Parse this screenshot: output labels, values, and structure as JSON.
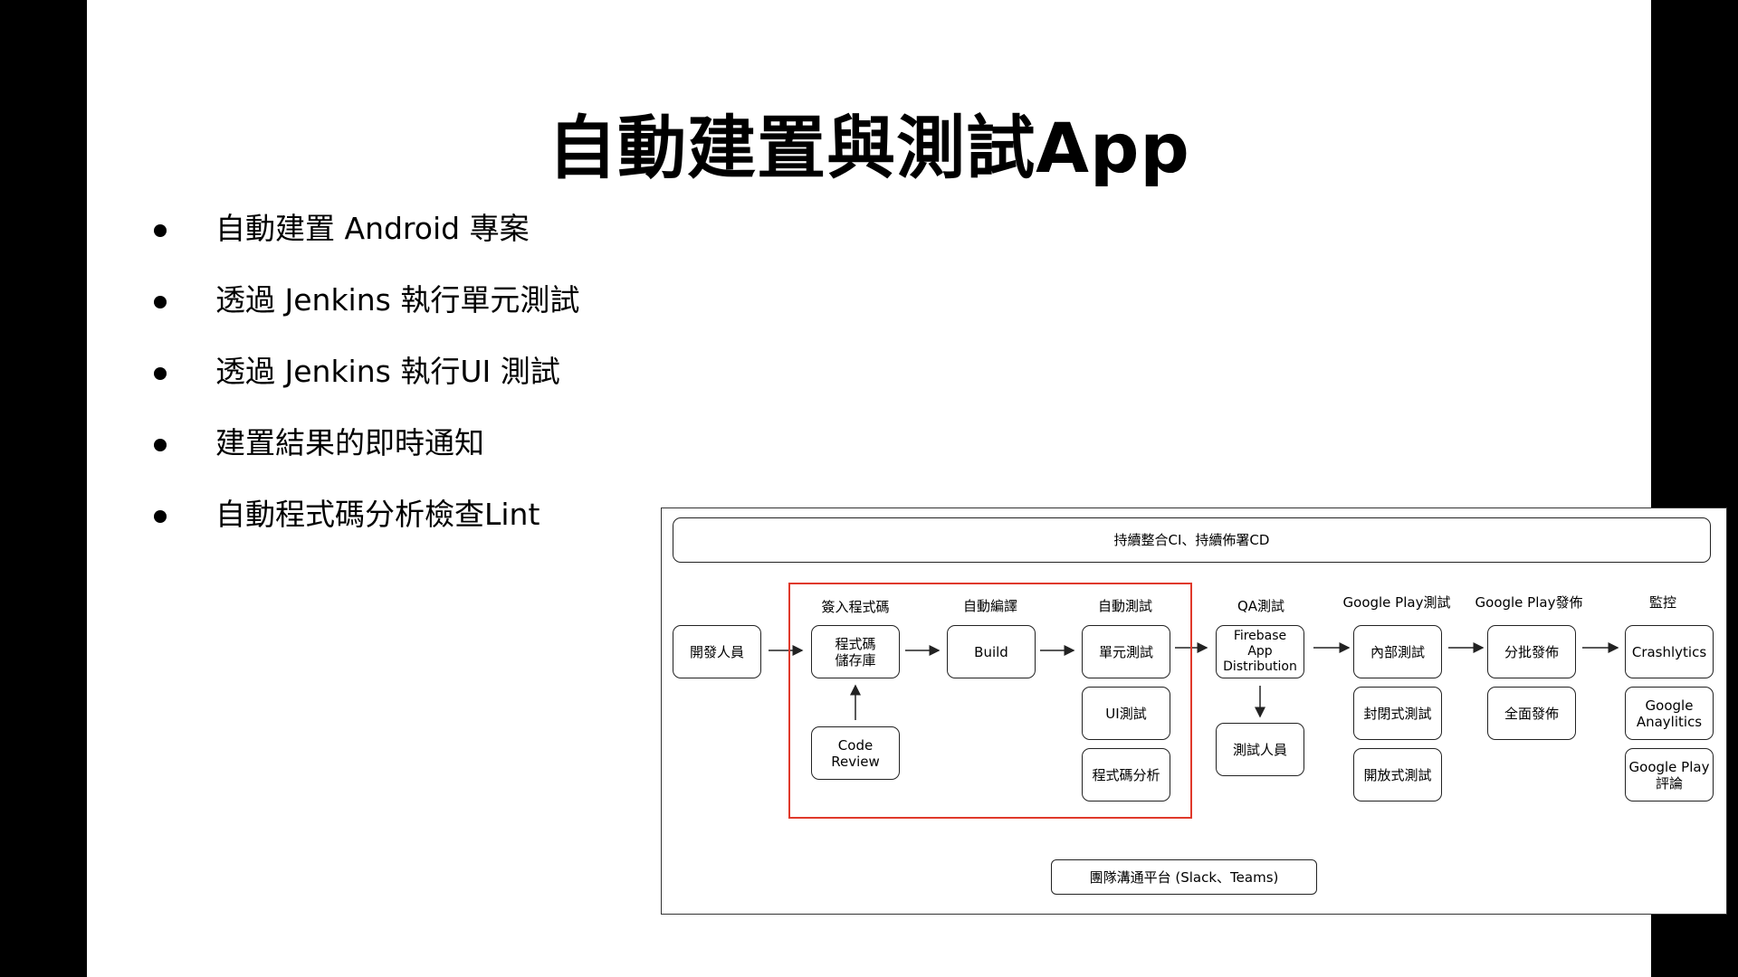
{
  "slide": {
    "title": "自動建置與測試App",
    "bullets": [
      "自動建置 Android 專案",
      "透過 Jenkins 執行單元測試",
      "透過 Jenkins 執行UI 測試",
      "建置結果的即時通知",
      "自動程式碼分析檢查Lint"
    ]
  },
  "diagram": {
    "banner": "持續整合CI、持續佈署CD",
    "footer": "團隊溝通平台 (Slack、Teams)",
    "columns": {
      "checkin": "簽入程式碼",
      "compile": "自動編譯",
      "autotest": "自動測試",
      "qa": "QA測試",
      "gp_test": "Google Play測試",
      "gp_release": "Google Play發佈",
      "monitor": "監控"
    },
    "boxes": {
      "developer": "開發人員",
      "repo": "程式碼\n儲存庫",
      "code_review": "Code Review",
      "build": "Build",
      "unit_test": "單元測試",
      "ui_test": "UI測試",
      "code_analysis": "程式碼分析",
      "firebase": "Firebase\nApp\nDistribution",
      "tester": "測試人員",
      "internal_test": "內部測試",
      "closed_test": "封閉式測試",
      "open_test": "開放式測試",
      "staged_release": "分批發佈",
      "full_release": "全面發佈",
      "crashlytics": "Crashlytics",
      "analytics": "Google\nAnaylitics",
      "gp_review": "Google Play\n評論"
    },
    "colors": {
      "highlight": "#e0392b"
    }
  }
}
